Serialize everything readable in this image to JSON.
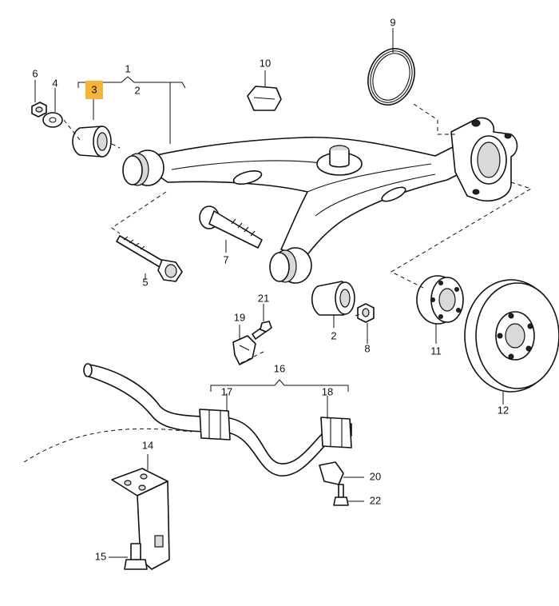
{
  "diagram": {
    "highlight_color": "#f4b43a",
    "highlighted_callout": "3",
    "callouts": {
      "c1": "1",
      "c2_top": "2",
      "c3": "3",
      "c4": "4",
      "c5": "5",
      "c6": "6",
      "c7": "7",
      "c8": "8",
      "c9": "9",
      "c10": "10",
      "c11": "11",
      "c12": "12",
      "c14": "14",
      "c15": "15",
      "c16": "16",
      "c17": "17",
      "c18": "18",
      "c19": "19",
      "c20": "20",
      "c21": "21",
      "c22": "22",
      "c2_bottom": "2"
    }
  }
}
